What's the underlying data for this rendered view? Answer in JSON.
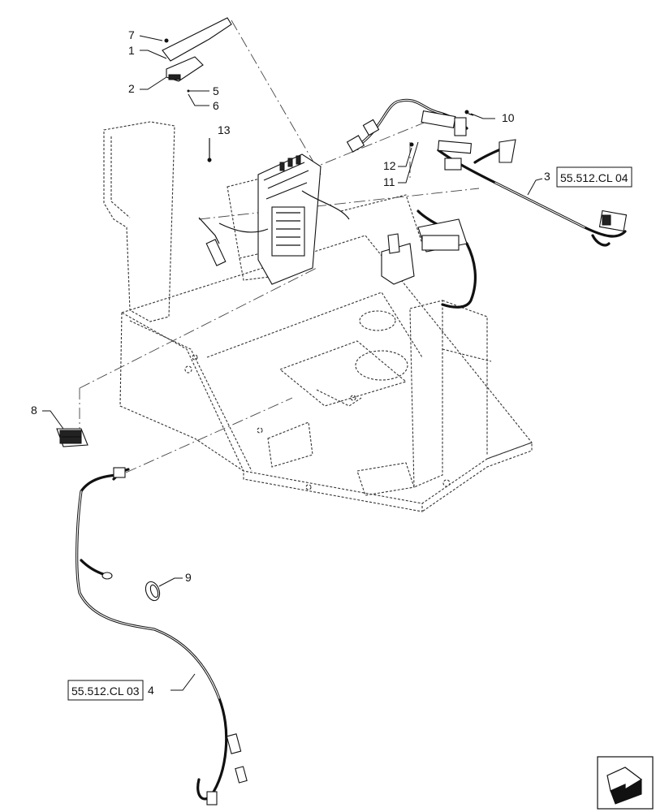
{
  "diagram": {
    "callouts": [
      {
        "id": "c7",
        "label": "7"
      },
      {
        "id": "c1",
        "label": "1"
      },
      {
        "id": "c2",
        "label": "2"
      },
      {
        "id": "c5",
        "label": "5"
      },
      {
        "id": "c6",
        "label": "6"
      },
      {
        "id": "c13",
        "label": "13"
      },
      {
        "id": "c10",
        "label": "10"
      },
      {
        "id": "c12",
        "label": "12"
      },
      {
        "id": "c11",
        "label": "11"
      },
      {
        "id": "c3",
        "label": "3"
      },
      {
        "id": "c8",
        "label": "8"
      },
      {
        "id": "c9",
        "label": "9"
      },
      {
        "id": "c4",
        "label": "4"
      }
    ],
    "references": [
      {
        "id": "ref_harness_3",
        "label": "55.512.CL 04"
      },
      {
        "id": "ref_harness_4",
        "label": "55.512.CL 03"
      }
    ],
    "nav_icon": "navigation-arrow-icon"
  }
}
